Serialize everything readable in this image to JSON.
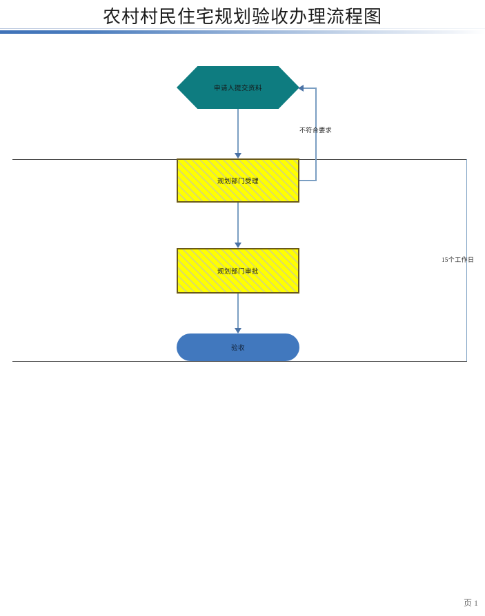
{
  "document": {
    "title": "农村村民住宅规划验收办理流程图",
    "page_label": "页 1"
  },
  "diagram": {
    "type": "flowchart",
    "orientation": "top-to-bottom",
    "nodes": [
      {
        "id": "submit",
        "label": "申请人提交资料",
        "shape": "hexagon",
        "fill": "#0E7C80",
        "text_color": "#161616"
      },
      {
        "id": "accept",
        "label": "规划部门受理",
        "shape": "rectangle",
        "fill": "#FFFF00",
        "pattern": "diagonal-hatch",
        "border": "#6B5A16",
        "text_color": "#161616"
      },
      {
        "id": "approve",
        "label": "规划部门审批",
        "shape": "rectangle",
        "fill": "#FFFF00",
        "pattern": "diagonal-hatch",
        "border": "#6B5A16",
        "text_color": "#161616"
      },
      {
        "id": "inspect",
        "label": "验收",
        "shape": "rounded-pill",
        "fill": "#4178BE",
        "text_color": "#12233A"
      }
    ],
    "edges": [
      {
        "from": "submit",
        "to": "accept",
        "label": ""
      },
      {
        "from": "accept",
        "to": "approve",
        "label": ""
      },
      {
        "from": "approve",
        "to": "inspect",
        "label": ""
      },
      {
        "from": "accept",
        "to": "submit",
        "label": "不符合要求",
        "style": "feedback-loop"
      }
    ],
    "annotations": [
      {
        "id": "duration",
        "label": "15个工作日",
        "span_from": "accept",
        "span_to": "inspect"
      }
    ],
    "colors": {
      "connector": "#7A9EC2",
      "arrowhead": "#4A72A5",
      "bracket": "#4A4A4A",
      "header_accent": "#3F72B8"
    }
  }
}
